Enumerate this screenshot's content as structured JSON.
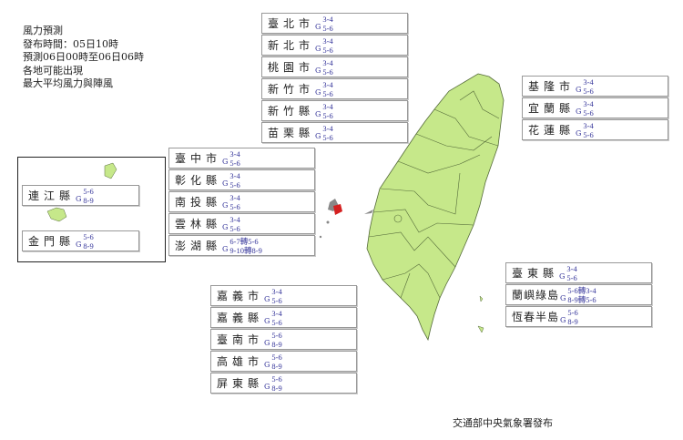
{
  "header": {
    "lines": [
      "風力預測",
      "發布時間：05日10時",
      "預測06日00時至06日06時",
      "各地可能出現",
      "最大平均風力與陣風"
    ]
  },
  "gust_prefix": "G",
  "groups": {
    "north": [
      {
        "name": "臺北市",
        "avg": "3-4",
        "gust": "5-6"
      },
      {
        "name": "新北市",
        "avg": "3-4",
        "gust": "5-6"
      },
      {
        "name": "桃園市",
        "avg": "3-4",
        "gust": "5-6"
      },
      {
        "name": "新竹市",
        "avg": "3-4",
        "gust": "5-6"
      },
      {
        "name": "新竹縣",
        "avg": "3-4",
        "gust": "5-6"
      },
      {
        "name": "苗栗縣",
        "avg": "3-4",
        "gust": "5-6"
      }
    ],
    "east": [
      {
        "name": "基隆市",
        "avg": "3-4",
        "gust": "5-6"
      },
      {
        "name": "宜蘭縣",
        "avg": "3-4",
        "gust": "5-6"
      },
      {
        "name": "花蓮縣",
        "avg": "3-4",
        "gust": "5-6"
      }
    ],
    "central": [
      {
        "name": "臺中市",
        "avg": "3-4",
        "gust": "5-6"
      },
      {
        "name": "彰化縣",
        "avg": "3-4",
        "gust": "5-6"
      },
      {
        "name": "南投縣",
        "avg": "3-4",
        "gust": "5-6"
      },
      {
        "name": "雲林縣",
        "avg": "3-4",
        "gust": "5-6"
      },
      {
        "name": "澎湖縣",
        "avg": "6-7轉5-6",
        "gust": "9-10轉8-9"
      }
    ],
    "islands": [
      {
        "name": "連江縣",
        "avg": "5-6",
        "gust": "8-9"
      },
      {
        "name": "金門縣",
        "avg": "5-6",
        "gust": "8-9"
      }
    ],
    "south": [
      {
        "name": "嘉義市",
        "avg": "3-4",
        "gust": "5-6"
      },
      {
        "name": "嘉義縣",
        "avg": "3-4",
        "gust": "5-6"
      },
      {
        "name": "臺南市",
        "avg": "5-6",
        "gust": "8-9"
      },
      {
        "name": "高雄市",
        "avg": "5-6",
        "gust": "8-9"
      },
      {
        "name": "屏東縣",
        "avg": "5-6",
        "gust": "8-9"
      }
    ],
    "southeast": [
      {
        "name": "臺東縣",
        "avg": "3-4",
        "gust": "5-6"
      },
      {
        "name": "蘭嶼綠島",
        "avg": "5-6轉3-4",
        "gust": "8-9轉5-6"
      },
      {
        "name": "恆春半島",
        "avg": "5-6",
        "gust": "8-9"
      }
    ]
  },
  "colors": {
    "land": "#c6e88a",
    "border": "#556b3a",
    "penghu_alert": "#d42020",
    "text_value": "#333399"
  },
  "footer": "交通部中央氣象署發布"
}
